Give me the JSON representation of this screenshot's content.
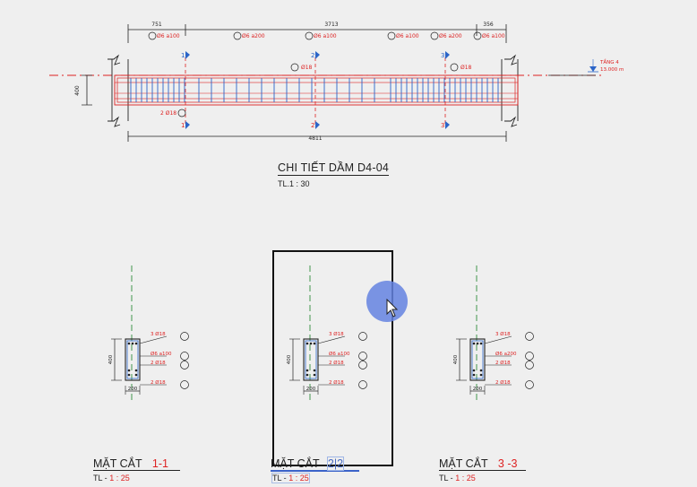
{
  "beam": {
    "title": "CHI TIẾT DẦM D4-04",
    "scale": "TL.1 : 30",
    "dims_top": [
      "751",
      "3713",
      "356"
    ],
    "dim_bottom": "4811",
    "dim_height": "400",
    "stirrup_labels": [
      "Ø6 a100",
      "Ø6 a200",
      "Ø6 a100",
      "Ø6 a100",
      "Ø6 a200",
      "Ø6 a100"
    ],
    "top_bar_label": "Ø18",
    "top_bar_label_right": "Ø18",
    "bottom_bar_label": "2 Ø18",
    "level_name": "TẦNG 4",
    "level_value": "13.000 m",
    "section_marks": [
      "1",
      "2",
      "3"
    ]
  },
  "sections": [
    {
      "label": "MẶT CẮT",
      "num": "1-1",
      "scale_prefix": "TL -",
      "scale_value": "1 : 25",
      "tags": [
        "3 Ø18",
        "Ø6 a100",
        "2 Ø18",
        "2 Ø18"
      ],
      "width": "200",
      "height": "400"
    },
    {
      "label": "MẶT CẮT",
      "num": "2|2",
      "scale_prefix": "TL -",
      "scale_value": "1 : 25",
      "tags": [
        "3 Ø18",
        "Ø6 a100",
        "2 Ø18",
        "2 Ø18"
      ],
      "width": "200",
      "height": "400"
    },
    {
      "label": "MẶT CẮT",
      "num": "3 -3",
      "scale_prefix": "TL -",
      "scale_value": "1 : 25",
      "tags": [
        "3 Ø18",
        "Ø6 a200",
        "2 Ø18",
        "2 Ø18"
      ],
      "width": "200",
      "height": "400"
    }
  ],
  "colors": {
    "red": "#dd2222",
    "blue": "#2a64c8",
    "green": "#2e8b3a",
    "line": "#222222",
    "cursor_halo": "#6f8fe0"
  }
}
